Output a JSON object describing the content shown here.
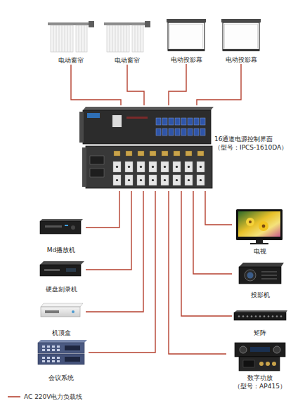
{
  "diagram": {
    "nodes": [
      {
        "text": [
          "电动窗帘"
        ]
      },
      {
        "text": [
          "电动窗帘"
        ]
      },
      {
        "text": [
          "电动投影幕"
        ]
      },
      {
        "text": [
          "电动投影幕"
        ]
      },
      {
        "text": [
          "16通道电源控制界面",
          "（型号：IPCS-1610DA）"
        ]
      },
      {
        "text": [
          "Md播放机"
        ]
      },
      {
        "text": [
          "电视"
        ]
      },
      {
        "text": [
          "硬盘刻录机"
        ]
      },
      {
        "text": [
          "投影机"
        ]
      },
      {
        "text": [
          "机顶盒"
        ]
      },
      {
        "text": [
          "矩阵"
        ]
      },
      {
        "text": [
          "会议系统"
        ]
      },
      {
        "text": [
          "数字功放",
          "（型号：AP415）"
        ]
      }
    ],
    "edges": [
      {
        "from": 4,
        "to": 0,
        "arrow": "none"
      },
      {
        "from": 4,
        "to": 1,
        "arrow": "none"
      },
      {
        "from": 4,
        "to": 2,
        "arrow": "none"
      },
      {
        "from": 4,
        "to": 3,
        "arrow": "none"
      },
      {
        "from": 4,
        "to": 5,
        "arrow": "none"
      },
      {
        "from": 4,
        "to": 6,
        "arrow": "none"
      },
      {
        "from": 4,
        "to": 7,
        "arrow": "none"
      },
      {
        "from": 4,
        "to": 8,
        "arrow": "none"
      },
      {
        "from": 4,
        "to": 9,
        "arrow": "none"
      },
      {
        "from": 4,
        "to": 10,
        "arrow": "none"
      },
      {
        "from": 4,
        "to": 11,
        "arrow": "none"
      },
      {
        "from": 4,
        "to": 12,
        "arrow": "none"
      }
    ],
    "legend": [
      {
        "text": "AC 220V电力负载线"
      }
    ]
  }
}
